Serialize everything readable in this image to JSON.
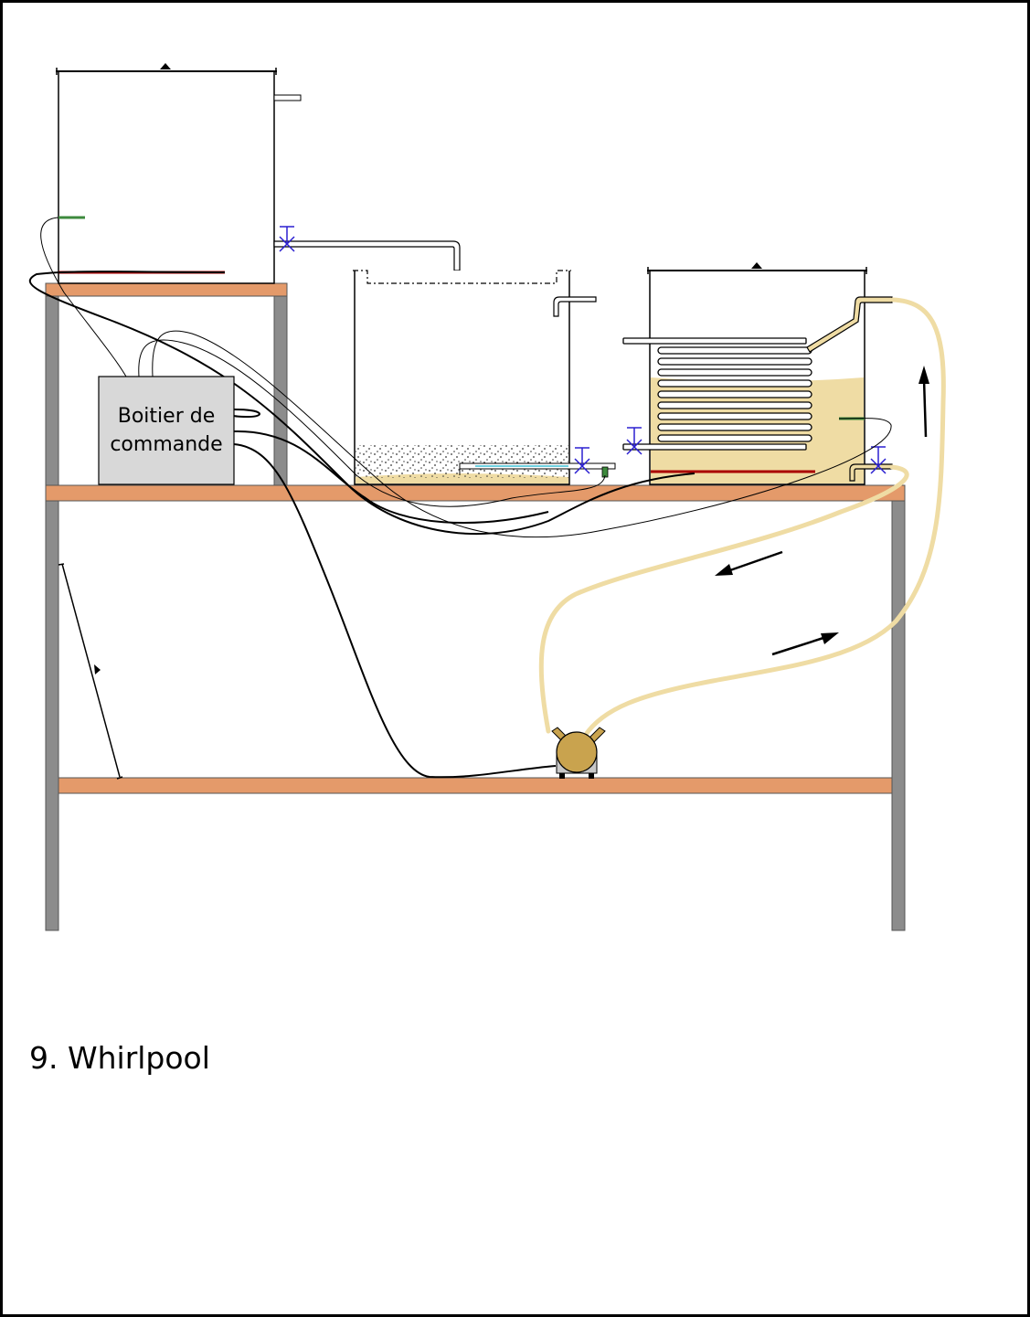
{
  "control_box": {
    "label_line1": "Boitier de",
    "label_line2": "commande"
  },
  "caption": "9. Whirlpool",
  "colors": {
    "shelf": "#e49a6a",
    "leg": "#8c8c8c",
    "wort": "#efdca4",
    "pump": "#c9a34e",
    "heater": "#aa0000",
    "valve": "#2a1fd0",
    "probe": "#3d8a3d",
    "filter": "#6fd0e0"
  }
}
